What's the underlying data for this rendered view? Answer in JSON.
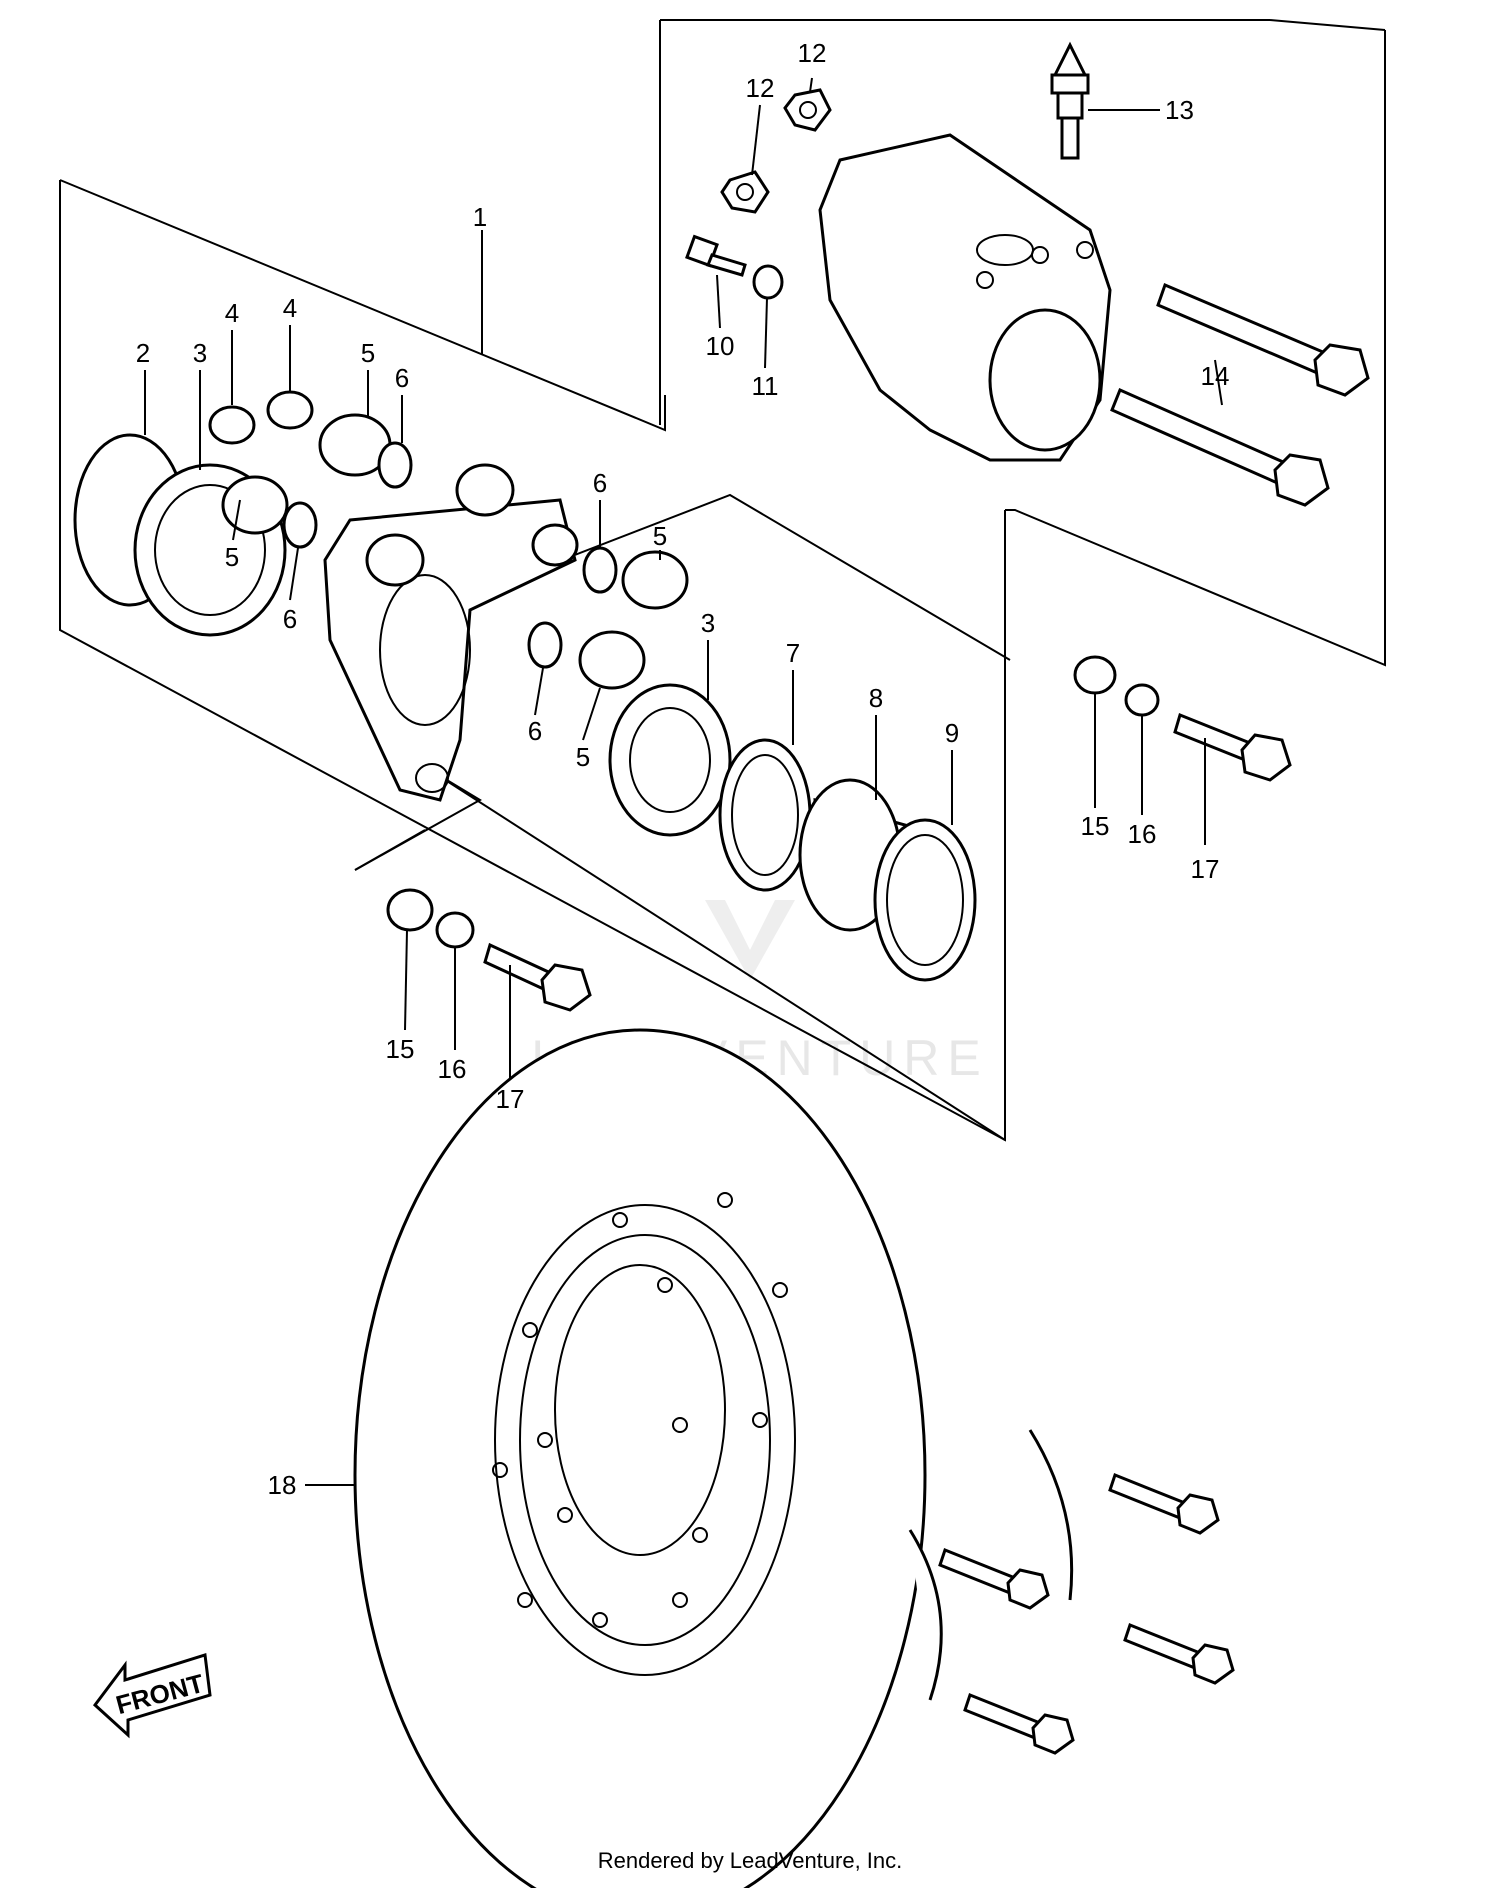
{
  "labels": {
    "l1": "1",
    "l2": "2",
    "l3a": "3",
    "l3b": "3",
    "l4a": "4",
    "l4b": "4",
    "l5a": "5",
    "l5b": "5",
    "l5c": "5",
    "l5d": "5",
    "l6a": "6",
    "l6b": "6",
    "l6c": "6",
    "l6d": "6",
    "l7": "7",
    "l8": "8",
    "l9": "9",
    "l10": "10",
    "l11": "11",
    "l12a": "12",
    "l12b": "12",
    "l13": "13",
    "l14": "14",
    "l15a": "15",
    "l15b": "15",
    "l16a": "16",
    "l16b": "16",
    "l17a": "17",
    "l17b": "17",
    "l18": "18"
  },
  "front_arrow": "FRONT",
  "watermark": "LEADVENTURE",
  "footer": "Rendered by LeadVenture, Inc."
}
